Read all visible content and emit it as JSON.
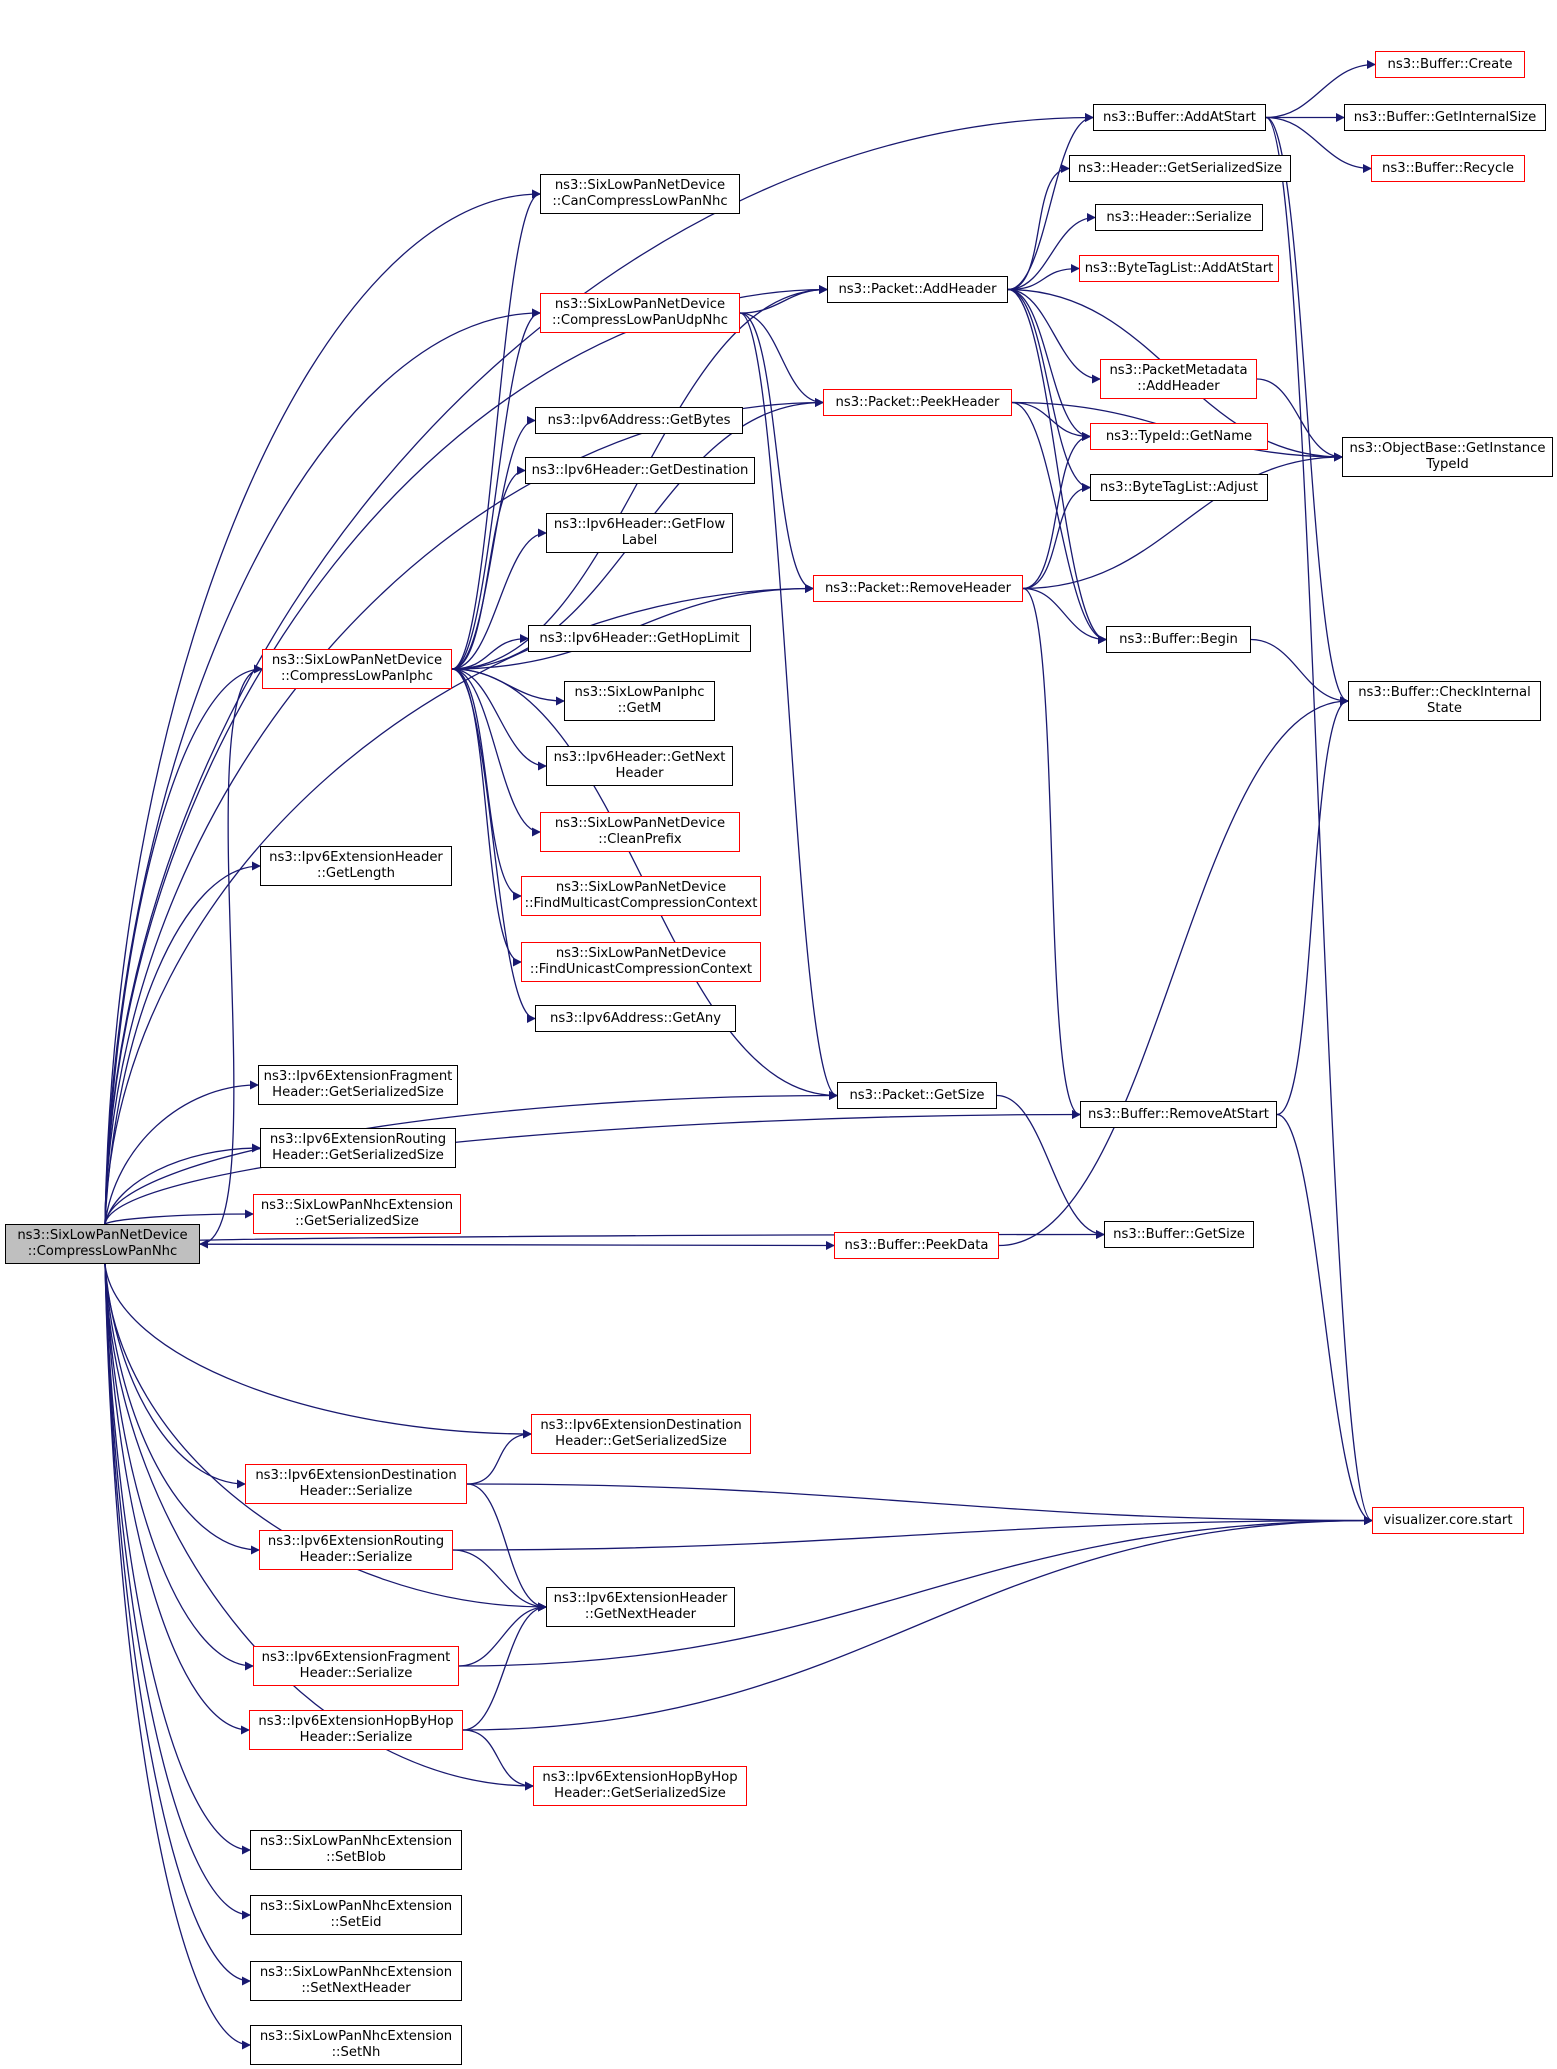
{
  "nodes": {
    "compress_nhc": {
      "lines": [
        "ns3::SixLowPanNetDevice",
        "::CompressLowPanNhc"
      ],
      "style": "root"
    },
    "buffer_addatstart": {
      "lines": [
        "ns3::Buffer::AddAtStart"
      ],
      "style": "black"
    },
    "buffer_create": {
      "lines": [
        "ns3::Buffer::Create"
      ],
      "style": "red"
    },
    "buffer_getinternalsize": {
      "lines": [
        "ns3::Buffer::GetInternalSize"
      ],
      "style": "black"
    },
    "buffer_recycle": {
      "lines": [
        "ns3::Buffer::Recycle"
      ],
      "style": "red"
    },
    "header_getserializedsize": {
      "lines": [
        "ns3::Header::GetSerializedSize"
      ],
      "style": "black"
    },
    "can_compress_nhc": {
      "lines": [
        "ns3::SixLowPanNetDevice",
        "::CanCompressLowPanNhc"
      ],
      "style": "black"
    },
    "header_serialize": {
      "lines": [
        "ns3::Header::Serialize"
      ],
      "style": "black"
    },
    "bytetaglist_addatstart": {
      "lines": [
        "ns3::ByteTagList::AddAtStart"
      ],
      "style": "red"
    },
    "compress_udpnhc": {
      "lines": [
        "ns3::SixLowPanNetDevice",
        "::CompressLowPanUdpNhc"
      ],
      "style": "red"
    },
    "packet_addheader": {
      "lines": [
        "ns3::Packet::AddHeader"
      ],
      "style": "black"
    },
    "packetmetadata_addheader": {
      "lines": [
        "ns3::PacketMetadata",
        "::AddHeader"
      ],
      "style": "red"
    },
    "packet_peekheader": {
      "lines": [
        "ns3::Packet::PeekHeader"
      ],
      "style": "red"
    },
    "typeid_getname": {
      "lines": [
        "ns3::TypeId::GetName"
      ],
      "style": "red"
    },
    "objectbase_getinstancetypeid": {
      "lines": [
        "ns3::ObjectBase::GetInstance",
        "TypeId"
      ],
      "style": "black"
    },
    "ipv6address_getbytes": {
      "lines": [
        "ns3::Ipv6Address::GetBytes"
      ],
      "style": "black"
    },
    "bytetaglist_adjust": {
      "lines": [
        "ns3::ByteTagList::Adjust"
      ],
      "style": "black"
    },
    "ipv6header_getdestination": {
      "lines": [
        "ns3::Ipv6Header::GetDestination"
      ],
      "style": "black"
    },
    "ipv6header_getflowlabel": {
      "lines": [
        "ns3::Ipv6Header::GetFlow",
        "Label"
      ],
      "style": "black"
    },
    "packet_removeheader": {
      "lines": [
        "ns3::Packet::RemoveHeader"
      ],
      "style": "red"
    },
    "buffer_begin": {
      "lines": [
        "ns3::Buffer::Begin"
      ],
      "style": "black"
    },
    "ipv6header_gethoplimit": {
      "lines": [
        "ns3::Ipv6Header::GetHopLimit"
      ],
      "style": "black"
    },
    "compress_iphc": {
      "lines": [
        "ns3::SixLowPanNetDevice",
        "::CompressLowPanIphc"
      ],
      "style": "red"
    },
    "buffer_checkinternalstate": {
      "lines": [
        "ns3::Buffer::CheckInternal",
        "State"
      ],
      "style": "black"
    },
    "sixlowpaniphc_getm": {
      "lines": [
        "ns3::SixLowPanIphc",
        "::GetM"
      ],
      "style": "black"
    },
    "ipv6header_getnextheader": {
      "lines": [
        "ns3::Ipv6Header::GetNext",
        "Header"
      ],
      "style": "black"
    },
    "cleanprefix": {
      "lines": [
        "ns3::SixLowPanNetDevice",
        "::CleanPrefix"
      ],
      "style": "red"
    },
    "ipv6extheader_getlength": {
      "lines": [
        "ns3::Ipv6ExtensionHeader",
        "::GetLength"
      ],
      "style": "black"
    },
    "find_multicast_ctx": {
      "lines": [
        "ns3::SixLowPanNetDevice",
        "::FindMulticastCompressionContext"
      ],
      "style": "red"
    },
    "find_unicast_ctx": {
      "lines": [
        "ns3::SixLowPanNetDevice",
        "::FindUnicastCompressionContext"
      ],
      "style": "red"
    },
    "ipv6address_getany": {
      "lines": [
        "ns3::Ipv6Address::GetAny"
      ],
      "style": "black"
    },
    "fragment_getserializedsize": {
      "lines": [
        "ns3::Ipv6ExtensionFragment",
        "Header::GetSerializedSize"
      ],
      "style": "black"
    },
    "packet_getsize": {
      "lines": [
        "ns3::Packet::GetSize"
      ],
      "style": "black"
    },
    "buffer_removeatstart": {
      "lines": [
        "ns3::Buffer::RemoveAtStart"
      ],
      "style": "black"
    },
    "routing_getserializedsize": {
      "lines": [
        "ns3::Ipv6ExtensionRouting",
        "Header::GetSerializedSize"
      ],
      "style": "black"
    },
    "nhcext_getserializedsize": {
      "lines": [
        "ns3::SixLowPanNhcExtension",
        "::GetSerializedSize"
      ],
      "style": "red"
    },
    "buffer_getsize": {
      "lines": [
        "ns3::Buffer::GetSize"
      ],
      "style": "black"
    },
    "buffer_peekdata": {
      "lines": [
        "ns3::Buffer::PeekData"
      ],
      "style": "red"
    },
    "destination_getserializedsize": {
      "lines": [
        "ns3::Ipv6ExtensionDestination",
        "Header::GetSerializedSize"
      ],
      "style": "red"
    },
    "destination_serialize": {
      "lines": [
        "ns3::Ipv6ExtensionDestination",
        "Header::Serialize"
      ],
      "style": "red"
    },
    "visualizer_core_start": {
      "lines": [
        "visualizer.core.start"
      ],
      "style": "red"
    },
    "routing_serialize": {
      "lines": [
        "ns3::Ipv6ExtensionRouting",
        "Header::Serialize"
      ],
      "style": "red"
    },
    "extheader_getnextheader": {
      "lines": [
        "ns3::Ipv6ExtensionHeader",
        "::GetNextHeader"
      ],
      "style": "black"
    },
    "fragment_serialize": {
      "lines": [
        "ns3::Ipv6ExtensionFragment",
        "Header::Serialize"
      ],
      "style": "red"
    },
    "hopbyhop_serialize": {
      "lines": [
        "ns3::Ipv6ExtensionHopByHop",
        "Header::Serialize"
      ],
      "style": "red"
    },
    "hopbyhop_getserializedsize": {
      "lines": [
        "ns3::Ipv6ExtensionHopByHop",
        "Header::GetSerializedSize"
      ],
      "style": "red"
    },
    "nhcext_setblob": {
      "lines": [
        "ns3::SixLowPanNhcExtension",
        "::SetBlob"
      ],
      "style": "black"
    },
    "nhcext_seteid": {
      "lines": [
        "ns3::SixLowPanNhcExtension",
        "::SetEid"
      ],
      "style": "black"
    },
    "nhcext_setnextheader": {
      "lines": [
        "ns3::SixLowPanNhcExtension",
        "::SetNextHeader"
      ],
      "style": "black"
    },
    "nhcext_setnh": {
      "lines": [
        "ns3::SixLowPanNhcExtension",
        "::SetNh"
      ],
      "style": "black"
    }
  },
  "colors": {
    "edge": "#191970",
    "border_black": "#000000",
    "border_red": "#ff0000",
    "root_fill": "#bfbfbf"
  },
  "edges": [
    [
      "compress_nhc",
      "buffer_addatstart"
    ],
    [
      "compress_nhc",
      "packet_addheader"
    ],
    [
      "compress_nhc",
      "packet_peekheader"
    ],
    [
      "compress_nhc",
      "can_compress_nhc"
    ],
    [
      "compress_nhc",
      "compress_udpnhc"
    ],
    [
      "compress_nhc",
      "compress_iphc"
    ],
    [
      "compress_nhc",
      "ipv6extheader_getlength"
    ],
    [
      "compress_nhc",
      "packet_removeheader"
    ],
    [
      "compress_nhc",
      "fragment_getserializedsize"
    ],
    [
      "compress_nhc",
      "routing_getserializedsize"
    ],
    [
      "compress_nhc",
      "nhcext_getserializedsize"
    ],
    [
      "compress_nhc",
      "packet_getsize"
    ],
    [
      "compress_nhc",
      "buffer_peekdata"
    ],
    [
      "compress_nhc",
      "buffer_removeatstart"
    ],
    [
      "compress_nhc",
      "buffer_getsize"
    ],
    [
      "compress_nhc",
      "destination_getserializedsize"
    ],
    [
      "compress_nhc",
      "destination_serialize"
    ],
    [
      "compress_nhc",
      "routing_serialize"
    ],
    [
      "compress_nhc",
      "extheader_getnextheader"
    ],
    [
      "compress_nhc",
      "fragment_serialize"
    ],
    [
      "compress_nhc",
      "hopbyhop_serialize"
    ],
    [
      "compress_nhc",
      "hopbyhop_getserializedsize"
    ],
    [
      "compress_nhc",
      "nhcext_setblob"
    ],
    [
      "compress_nhc",
      "nhcext_seteid"
    ],
    [
      "compress_nhc",
      "nhcext_setnextheader"
    ],
    [
      "compress_nhc",
      "nhcext_setnh"
    ],
    [
      "buffer_addatstart",
      "buffer_create"
    ],
    [
      "buffer_addatstart",
      "buffer_getinternalsize"
    ],
    [
      "buffer_addatstart",
      "buffer_recycle"
    ],
    [
      "buffer_addatstart",
      "buffer_checkinternalstate"
    ],
    [
      "buffer_addatstart",
      "visualizer_core_start"
    ],
    [
      "packet_addheader",
      "buffer_addatstart"
    ],
    [
      "packet_addheader",
      "header_getserializedsize"
    ],
    [
      "packet_addheader",
      "header_serialize"
    ],
    [
      "packet_addheader",
      "bytetaglist_addatstart"
    ],
    [
      "packet_addheader",
      "packetmetadata_addheader"
    ],
    [
      "packet_addheader",
      "typeid_getname"
    ],
    [
      "packet_addheader",
      "objectbase_getinstancetypeid"
    ],
    [
      "packet_addheader",
      "bytetaglist_adjust"
    ],
    [
      "packet_addheader",
      "buffer_begin"
    ],
    [
      "packetmetadata_addheader",
      "objectbase_getinstancetypeid"
    ],
    [
      "packet_peekheader",
      "typeid_getname"
    ],
    [
      "packet_peekheader",
      "objectbase_getinstancetypeid"
    ],
    [
      "packet_peekheader",
      "buffer_begin"
    ],
    [
      "compress_udpnhc",
      "packet_addheader"
    ],
    [
      "compress_udpnhc",
      "packet_peekheader"
    ],
    [
      "compress_udpnhc",
      "packet_removeheader"
    ],
    [
      "compress_udpnhc",
      "packet_getsize"
    ],
    [
      "packet_removeheader",
      "typeid_getname"
    ],
    [
      "packet_removeheader",
      "bytetaglist_adjust"
    ],
    [
      "packet_removeheader",
      "buffer_begin"
    ],
    [
      "packet_removeheader",
      "objectbase_getinstancetypeid"
    ],
    [
      "packet_removeheader",
      "buffer_removeatstart"
    ],
    [
      "buffer_begin",
      "buffer_checkinternalstate"
    ],
    [
      "compress_iphc",
      "can_compress_nhc"
    ],
    [
      "compress_iphc",
      "compress_udpnhc"
    ],
    [
      "compress_iphc",
      "packet_addheader"
    ],
    [
      "compress_iphc",
      "packet_peekheader"
    ],
    [
      "compress_iphc",
      "ipv6address_getbytes"
    ],
    [
      "compress_iphc",
      "ipv6header_getdestination"
    ],
    [
      "compress_iphc",
      "ipv6header_getflowlabel"
    ],
    [
      "compress_iphc",
      "packet_removeheader"
    ],
    [
      "compress_iphc",
      "ipv6header_gethoplimit"
    ],
    [
      "compress_iphc",
      "sixlowpaniphc_getm"
    ],
    [
      "compress_iphc",
      "ipv6header_getnextheader"
    ],
    [
      "compress_iphc",
      "cleanprefix"
    ],
    [
      "compress_iphc",
      "find_multicast_ctx"
    ],
    [
      "compress_iphc",
      "find_unicast_ctx"
    ],
    [
      "compress_iphc",
      "ipv6address_getany"
    ],
    [
      "compress_iphc",
      "packet_getsize"
    ],
    [
      "compress_iphc",
      "compress_nhc"
    ],
    [
      "packet_getsize",
      "buffer_getsize"
    ],
    [
      "buffer_removeatstart",
      "buffer_checkinternalstate"
    ],
    [
      "buffer_removeatstart",
      "visualizer_core_start"
    ],
    [
      "buffer_peekdata",
      "buffer_checkinternalstate"
    ],
    [
      "destination_serialize",
      "destination_getserializedsize"
    ],
    [
      "destination_serialize",
      "visualizer_core_start"
    ],
    [
      "destination_serialize",
      "extheader_getnextheader"
    ],
    [
      "routing_serialize",
      "visualizer_core_start"
    ],
    [
      "routing_serialize",
      "extheader_getnextheader"
    ],
    [
      "fragment_serialize",
      "extheader_getnextheader"
    ],
    [
      "fragment_serialize",
      "visualizer_core_start"
    ],
    [
      "hopbyhop_serialize",
      "extheader_getnextheader"
    ],
    [
      "hopbyhop_serialize",
      "visualizer_core_start"
    ],
    [
      "hopbyhop_serialize",
      "hopbyhop_getserializedsize"
    ]
  ]
}
